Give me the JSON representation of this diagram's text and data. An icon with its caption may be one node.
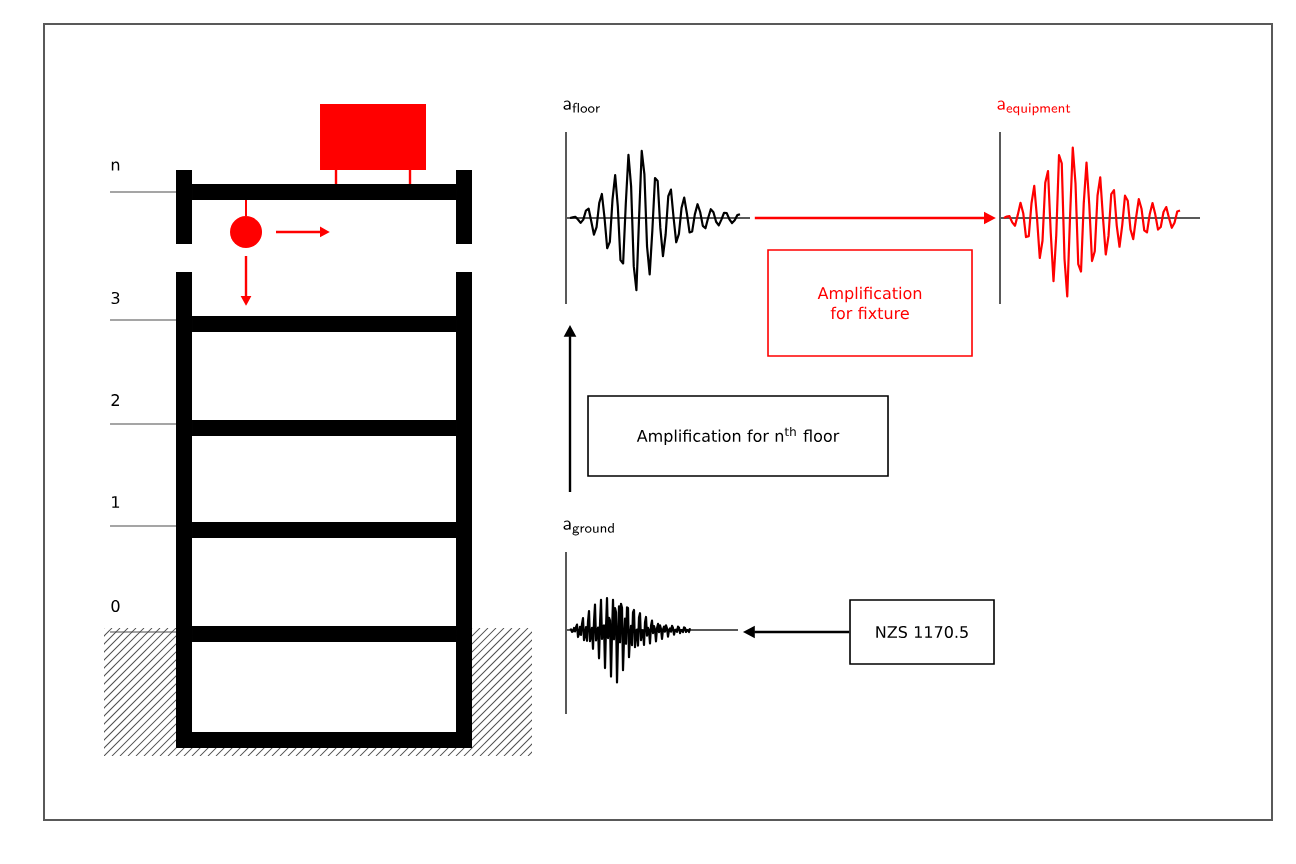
{
  "diagram": {
    "nodes": [
      {
        "text": [
          "\\mathsf{a}_{\\mathsf{floor}}"
        ]
      },
      {
        "text": [
          "\\mathsf{a}_{\\mathsf{equipment}}"
        ]
      },
      {
        "text": [
          "Amplification for fixture"
        ]
      },
      {
        "text": [
          "Amplification for n$^{th}$ floor"
        ]
      },
      {
        "text": [
          "\\mathsf{a}_{\\mathsf{ground}}"
        ]
      },
      {
        "text": [
          "NZS 1170.5"
        ]
      }
    ],
    "edges": [
      {
        "from": 0,
        "to": 1,
        "arrow": "to",
        "color": "#ff0000"
      },
      {
        "from": 4,
        "to": 0,
        "arrow": "to"
      },
      {
        "from": 5,
        "to": 4,
        "arrow": "to"
      }
    ],
    "labels": [
      "n",
      "3",
      "2",
      "1",
      "0"
    ]
  }
}
